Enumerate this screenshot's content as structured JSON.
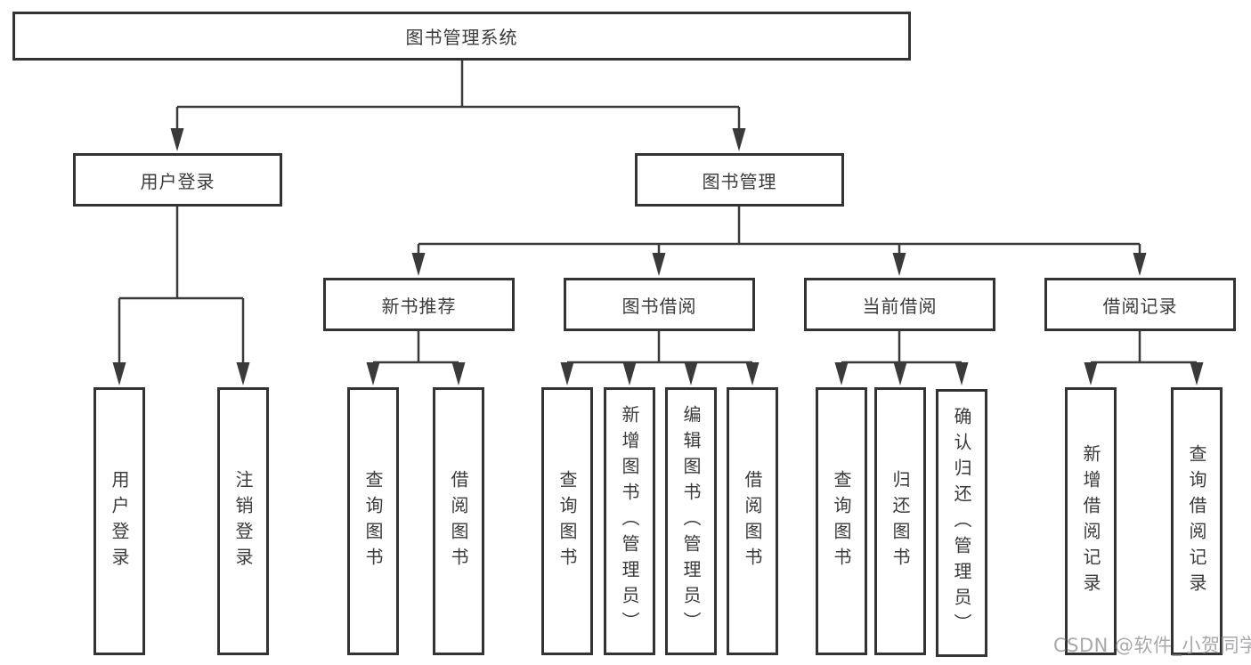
{
  "tree": {
    "label": "图书管理系统",
    "children": [
      {
        "label": "用户登录",
        "children": [
          {
            "label": "用户登录"
          },
          {
            "label": "注销登录"
          }
        ]
      },
      {
        "label": "图书管理",
        "children": [
          {
            "label": "新书推荐",
            "children": [
              {
                "label": "查询图书"
              },
              {
                "label": "借阅图书"
              }
            ]
          },
          {
            "label": "图书借阅",
            "children": [
              {
                "label": "查询图书"
              },
              {
                "label": "新增图书（管理员）"
              },
              {
                "label": "编辑图书（管理员）"
              },
              {
                "label": "借阅图书"
              }
            ]
          },
          {
            "label": "当前借阅",
            "children": [
              {
                "label": "查询图书"
              },
              {
                "label": "归还图书"
              },
              {
                "label": "确认归还（管理员）"
              }
            ]
          },
          {
            "label": "借阅记录",
            "children": [
              {
                "label": "新增借阅记录"
              },
              {
                "label": "查询借阅记录"
              }
            ]
          }
        ]
      }
    ]
  },
  "watermark": "CSDN @软件_小贺同学",
  "colors": {
    "line": "#3a3a3a",
    "box_border": "#333333",
    "text": "#3b3b3b",
    "watermark_text": "#a2a2a6",
    "background": "#ffffff"
  }
}
